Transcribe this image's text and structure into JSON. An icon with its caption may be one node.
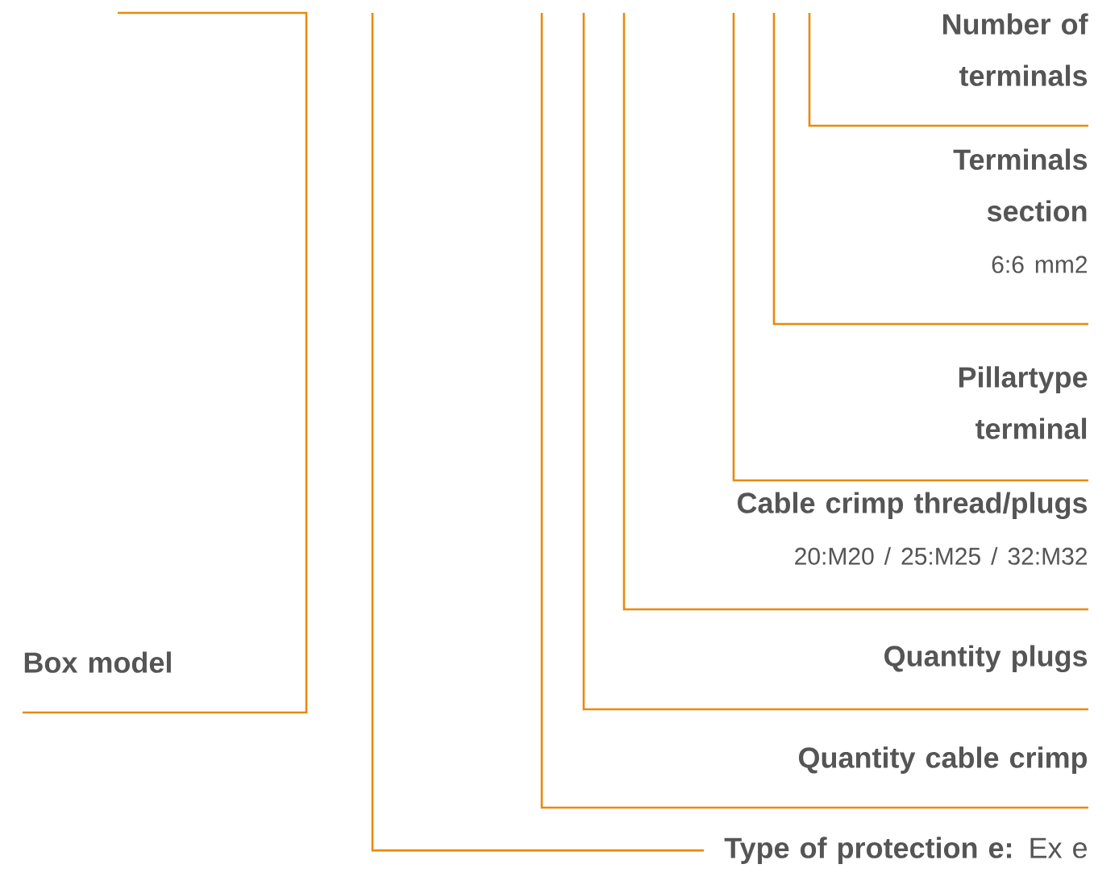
{
  "diagram": {
    "nodes": [
      {
        "text": [
          "Number of terminals"
        ]
      },
      {
        "text": [
          "Terminals section",
          "6:6 mm2"
        ]
      },
      {
        "text": [
          "Pillartype terminal"
        ]
      },
      {
        "text": [
          "Cable crimp thread/plugs",
          "20:M20 / 25:M25 / 32:M32"
        ]
      },
      {
        "text": [
          "Quantity plugs"
        ]
      },
      {
        "text": [
          "Quantity cable crimp"
        ]
      },
      {
        "text": [
          "**Type of protection e:** Ex e"
        ]
      },
      {
        "text": [
          "Box model"
        ]
      }
    ],
    "edges": [
      {
        "from": 0,
        "to": null,
        "arrow": "none"
      },
      {
        "from": 1,
        "to": null,
        "arrow": "none"
      },
      {
        "from": 2,
        "to": null,
        "arrow": "none"
      },
      {
        "from": 3,
        "to": null,
        "arrow": "none"
      },
      {
        "from": 4,
        "to": null,
        "arrow": "none"
      },
      {
        "from": 5,
        "to": null,
        "arrow": "none"
      },
      {
        "from": 6,
        "to": null,
        "arrow": "none"
      },
      {
        "from": 7,
        "to": null,
        "arrow": "none"
      }
    ]
  }
}
